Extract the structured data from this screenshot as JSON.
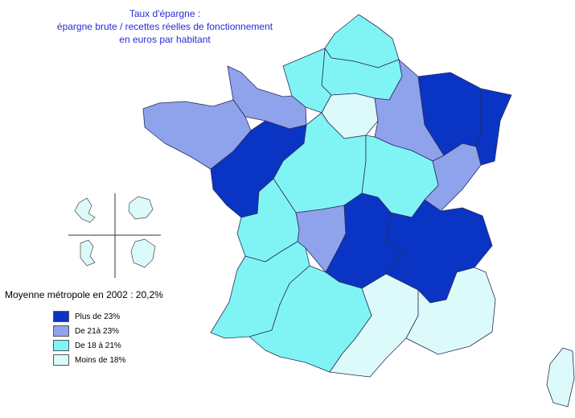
{
  "title": {
    "line1": "Taux d'épargne :",
    "line2": "épargne brute / recettes réelles de fonctionnement",
    "line3": "en euros par habitant"
  },
  "average_label": "Moyenne métropole en 2002 : 20,2%",
  "legend": [
    {
      "label": "Plus de 23%",
      "color": "#0a34c4"
    },
    {
      "label": "De 21à 23%",
      "color": "#8fa2ec"
    },
    {
      "label": "De 18 à 21%",
      "color": "#80f4f4"
    },
    {
      "label": "Moins de 18%",
      "color": "#dcfafa"
    }
  ],
  "regions": [
    {
      "name": "Nord-Pas-de-Calais",
      "class": 2
    },
    {
      "name": "Picardie",
      "class": 2
    },
    {
      "name": "Haute-Normandie",
      "class": 2
    },
    {
      "name": "Basse-Normandie",
      "class": 1
    },
    {
      "name": "Bretagne",
      "class": 1
    },
    {
      "name": "Île-de-France",
      "class": 3
    },
    {
      "name": "Champagne-Ardenne",
      "class": 1
    },
    {
      "name": "Lorraine",
      "class": 0
    },
    {
      "name": "Alsace",
      "class": 0
    },
    {
      "name": "Pays de la Loire",
      "class": 0
    },
    {
      "name": "Centre",
      "class": 2
    },
    {
      "name": "Bourgogne",
      "class": 2
    },
    {
      "name": "Franche-Comté",
      "class": 1
    },
    {
      "name": "Poitou-Charentes",
      "class": 2
    },
    {
      "name": "Limousin",
      "class": 1
    },
    {
      "name": "Auvergne",
      "class": 0
    },
    {
      "name": "Rhône-Alpes",
      "class": 0
    },
    {
      "name": "Aquitaine",
      "class": 2
    },
    {
      "name": "Midi-Pyrénées",
      "class": 2
    },
    {
      "name": "Languedoc-Roussillon",
      "class": 3
    },
    {
      "name": "Provence-Alpes-Côte d'Azur",
      "class": 3
    },
    {
      "name": "Corse",
      "class": 3
    },
    {
      "name": "Guadeloupe",
      "class": 3
    },
    {
      "name": "Martinique",
      "class": 3
    },
    {
      "name": "Guyane",
      "class": 3
    },
    {
      "name": "Réunion",
      "class": 3
    }
  ]
}
